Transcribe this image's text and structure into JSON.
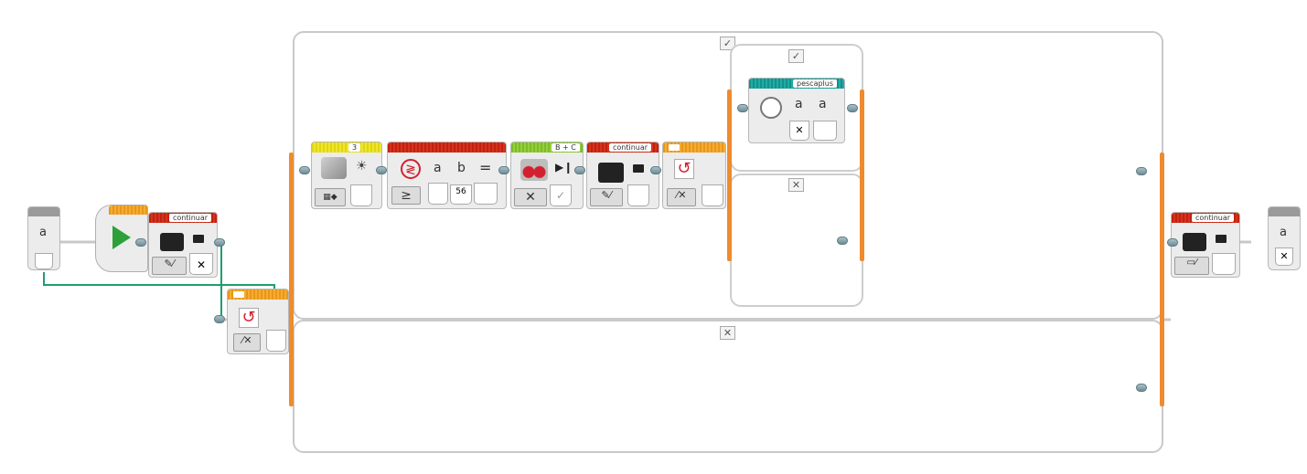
{
  "variables": {
    "left_read": {
      "name": "a"
    },
    "right_write": {
      "name": "a"
    }
  },
  "start_block": {
    "icon": "play-icon"
  },
  "blocks": {
    "suitcase_left": {
      "label": "continuar"
    },
    "suitcase_right": {
      "label": "continuar"
    },
    "suitcase_inner": {
      "label": "continuar"
    },
    "sensor": {
      "port": "3"
    },
    "compare": {
      "param_a": "a",
      "param_b": "b",
      "op": "=",
      "threshold": "56",
      "mode": "≥"
    },
    "steering": {
      "ports": "B + C"
    },
    "timer": {
      "label": "pescaplus",
      "param_a": "a",
      "param_b": "a"
    }
  },
  "cases": {
    "outer_true": "✓",
    "outer_false": "✕",
    "inner_true": "✓",
    "inner_false": "✕"
  },
  "colors": {
    "wire_green": "#1f9e6e",
    "wire_yellow": "#e8b73a",
    "orange": "#f08a2e"
  }
}
